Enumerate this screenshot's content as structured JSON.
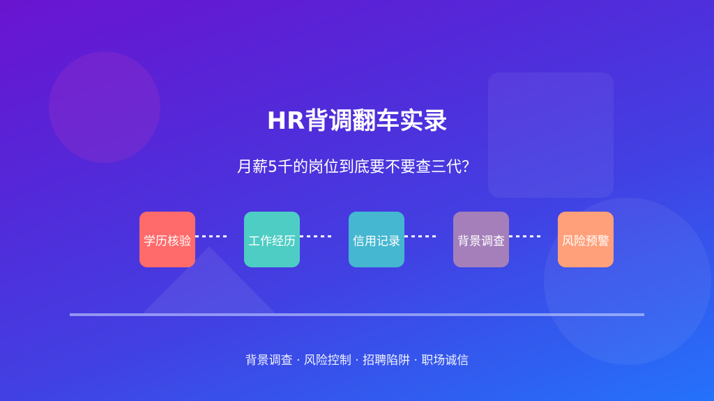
{
  "slide": {
    "title": "HR背调翻车实录",
    "subtitle": "月薪5千的岗位到底要不要查三代？",
    "steps": [
      {
        "label": "学历核验",
        "color": "#ff6b6b"
      },
      {
        "label": "工作经历",
        "color": "#4ecdc4"
      },
      {
        "label": "信用记录",
        "color": "#45b7d1"
      },
      {
        "label": "背景调查",
        "color": "#a47fba"
      },
      {
        "label": "风险预警",
        "color": "#ffa07a"
      }
    ],
    "footer": "背景调查 · 风险控制 · 招聘陷阱 · 职场诚信"
  },
  "colors": {
    "background_start": "#6a14d0",
    "background_end": "#2472fb",
    "divider": "#a9b2f0"
  }
}
